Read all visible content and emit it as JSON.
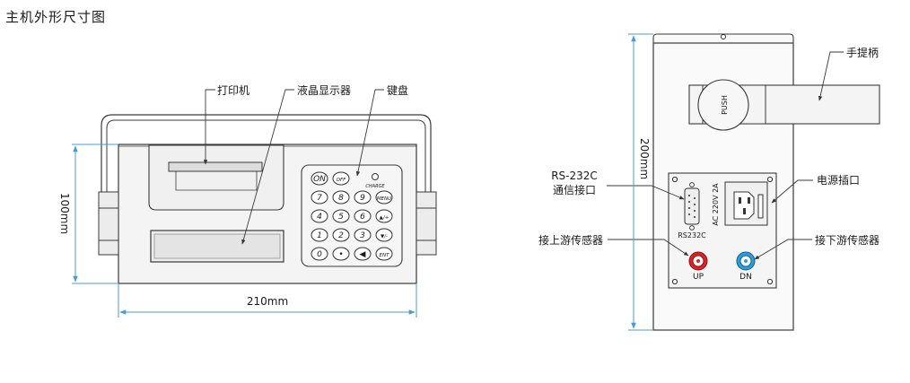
{
  "title": "主机外形尺寸图",
  "front_view": {
    "label_printer": "打印机",
    "label_lcd": "液晶显示器",
    "label_keyboard": "键盘",
    "charge_text": "CHARGE",
    "keys": [
      [
        "ON",
        "OFF",
        ""
      ],
      [
        "7",
        "8",
        "9",
        "MENU"
      ],
      [
        "4",
        "5",
        "6",
        "▲/+"
      ],
      [
        "1",
        "2",
        "3",
        "▼/-"
      ],
      [
        "0",
        "•",
        "◀",
        "ENT"
      ]
    ],
    "width_dim": "210mm",
    "height_dim": "100mm"
  },
  "side_view": {
    "label_handle": "手提柄",
    "label_rs232_line1": "RS-232C",
    "label_rs232_line2": "通信接口",
    "label_power": "电源插口",
    "label_up_sensor": "接上游传感器",
    "label_down_sensor": "接下游传感器",
    "push_text": "PUSH",
    "rs232_port_text": "RS232C",
    "power_spec": "AC 220V 2A",
    "up_text": "UP",
    "dn_text": "DN",
    "height_dim": "200mm"
  },
  "colors": {
    "dimension": "#4a9bd6",
    "up_connector": "#d8232a",
    "dn_connector": "#2a9fd8"
  }
}
